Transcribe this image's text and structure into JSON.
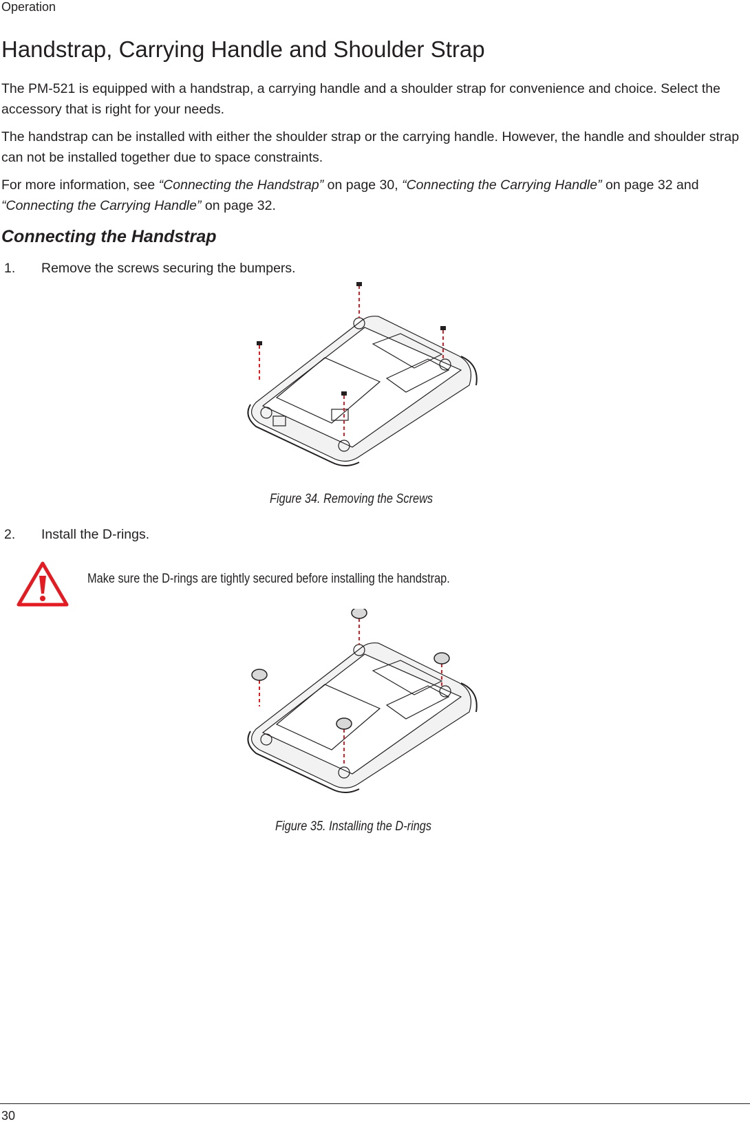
{
  "header": {
    "section": "Operation"
  },
  "title": "Handstrap, Carrying Handle and Shoulder Strap",
  "paragraphs": {
    "p1": "The PM-521 is equipped with a handstrap, a carrying handle and a shoulder strap for convenience and choice. Select the accessory that is right for your needs.",
    "p2": "The handstrap can be installed with either the shoulder strap or the carrying handle. However, the handle and shoulder strap can not be installed together due to space constraints.",
    "p3": {
      "prefix": "For more information, see ",
      "link1": "“Connecting the Handstrap”",
      "mid1": " on page 30, ",
      "link2": "“Connecting the Carrying Handle”",
      "mid2": " on page 32 and ",
      "link3": "“Connecting the Carrying Handle”",
      "suffix": " on page 32."
    }
  },
  "subheading": "Connecting the Handstrap",
  "steps": [
    {
      "num": "1.",
      "text": "Remove the screws securing the bumpers."
    },
    {
      "num": "2.",
      "text": "Install the D-rings."
    }
  ],
  "figures": [
    {
      "caption": "Figure 34.  Removing the Screws",
      "icon": "tablet-screws-illustration"
    },
    {
      "caption": "Figure 35.  Installing the D-rings",
      "icon": "tablet-d-rings-illustration"
    }
  ],
  "warning": {
    "icon": "warning-triangle-icon",
    "text": "Make sure the D-rings are tightly secured before installing the handstrap.",
    "color": "#e31b23"
  },
  "footer": {
    "page_number": "30"
  },
  "colors": {
    "text": "#231f20",
    "accent_red": "#e31b23"
  }
}
